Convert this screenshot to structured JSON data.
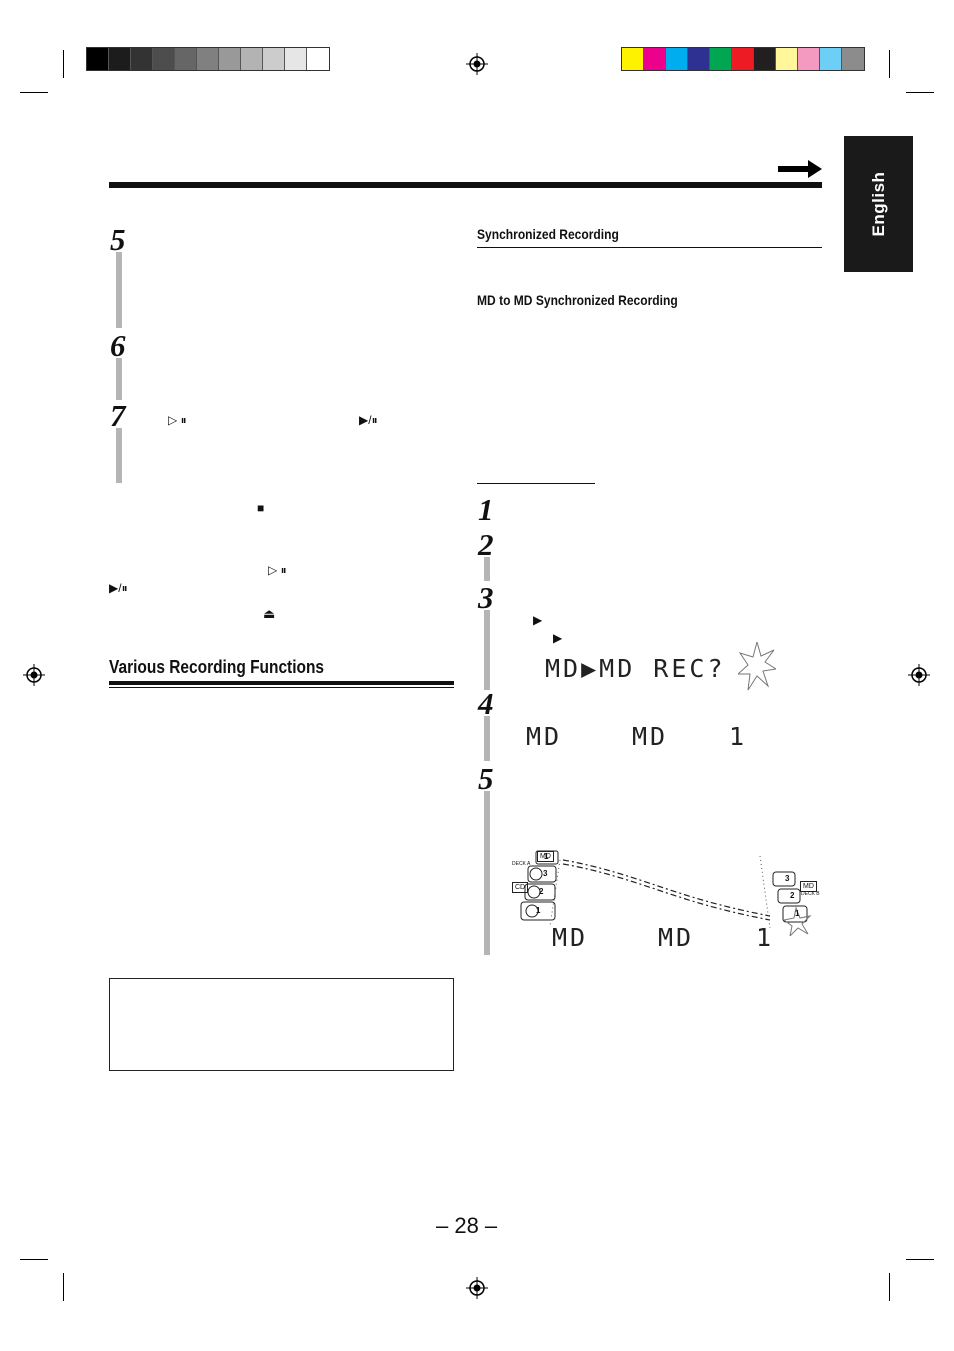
{
  "side_tab": {
    "label": "English"
  },
  "left_column": {
    "steps": [
      "5",
      "6",
      "7"
    ],
    "step7_symbols": {
      "play_pause_outline": "▷ ⏸",
      "play_pause": "▶/⏸"
    },
    "stop_symbol": "■",
    "play_pause_symbols": {
      "outline": "▷ ⏸",
      "filled": "▶/⏸"
    },
    "eject_symbol": "⏏",
    "section_heading": "Various Recording Functions"
  },
  "right_column": {
    "heading_sync": "Synchronized Recording",
    "heading_md_to_md": "MD to MD Synchronized Recording",
    "steps": [
      "1",
      "2",
      "3",
      "4",
      "5"
    ],
    "step3_symbols": [
      "▶",
      "▶"
    ],
    "display_rec": "MD▶MD REC?",
    "display_md_left": "MD",
    "display_md_right": "MD",
    "display_track": "1",
    "display2_md_left": "MD",
    "display2_md_right": "MD",
    "display2_track": "1",
    "illustration": {
      "md_badge": "MD",
      "deck_a": "DECK A",
      "cd_badge": "CD",
      "md_badge_b": "MD",
      "deck_b": "DECK B",
      "slots_left": [
        "1",
        "3",
        "2",
        "1"
      ],
      "slots_right": [
        "3",
        "2",
        "1"
      ]
    }
  },
  "page_number": "– 28 –"
}
